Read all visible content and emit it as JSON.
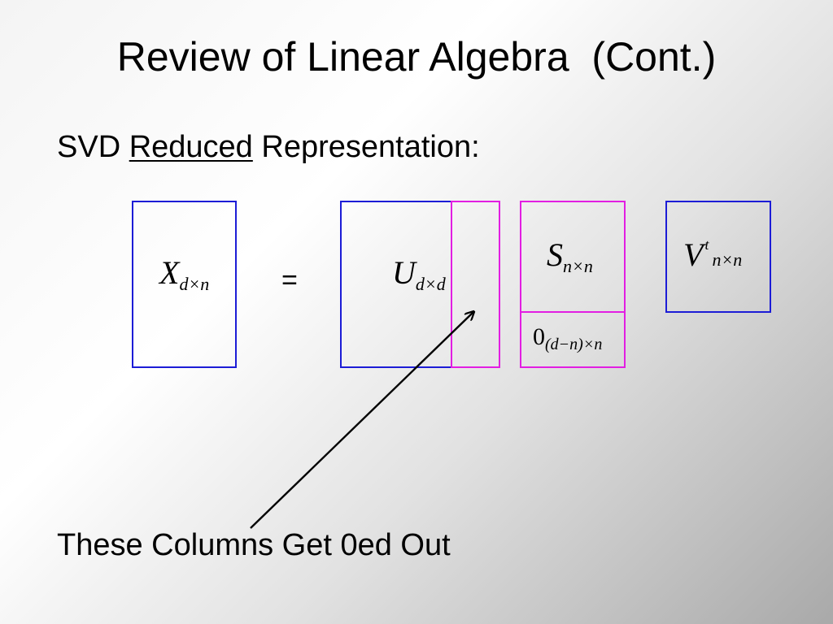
{
  "slide": {
    "title": "Review of Linear Algebra  (Cont.)",
    "subtitle_prefix": "SVD",
    "subtitle_underlined": "Reduced",
    "subtitle_suffix": "Representation:",
    "caption": "These Columns Get 0ed Out"
  },
  "equation": {
    "x": {
      "symbol": "X",
      "sub": "d×n"
    },
    "equals": "=",
    "u": {
      "symbol": "U",
      "sub": "d×d"
    },
    "s": {
      "symbol": "S",
      "sub": "n×n"
    },
    "zero": {
      "symbol": "0",
      "sub": "(d−n)×n"
    },
    "v": {
      "symbol": "V",
      "sup": "t",
      "sub": "n×n"
    }
  },
  "colors": {
    "matrix_border": "#1c1cd6",
    "highlight_border": "#e21ee2",
    "arrow": "#000000"
  }
}
